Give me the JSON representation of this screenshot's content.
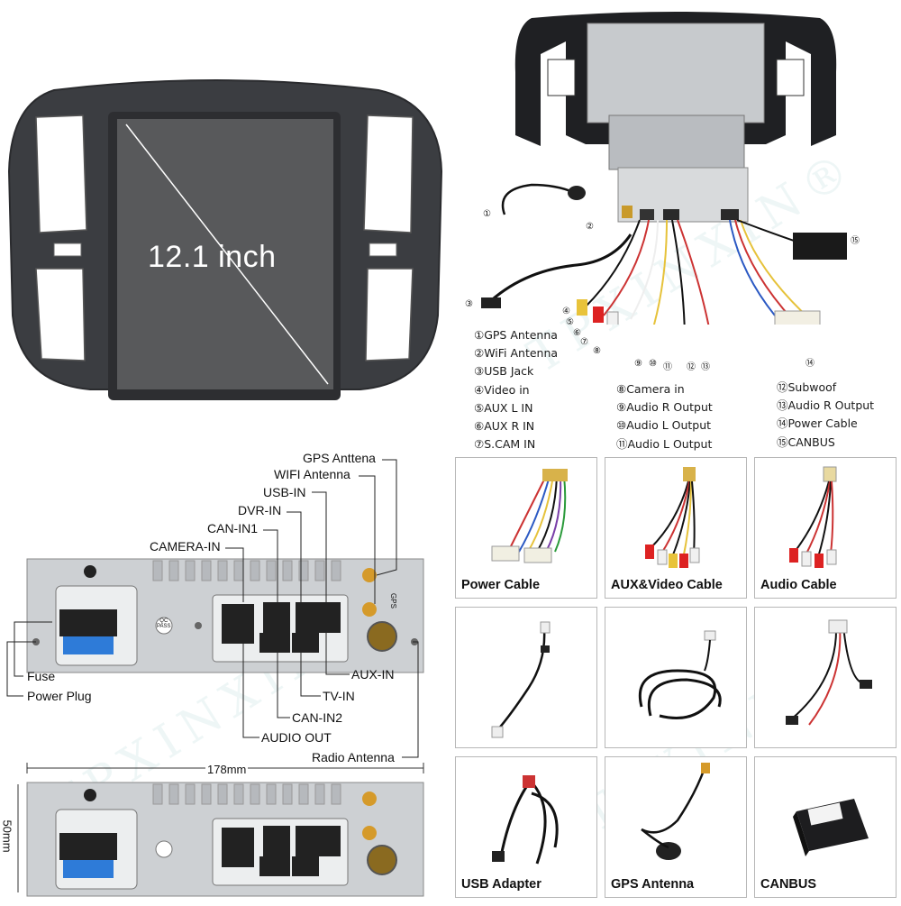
{
  "screen_size_label": "12.1 inch",
  "wiring_legend": {
    "col1": [
      "①GPS Antenna",
      "②WiFi Antenna",
      "③USB Jack",
      "④Video in",
      "⑤AUX L IN",
      "⑥AUX R IN",
      "⑦S.CAM IN"
    ],
    "col2": [
      "⑧Camera in",
      "⑨Audio R Output",
      "⑩Audio L Output",
      "⑪Audio L Output"
    ],
    "col3": [
      "⑫Subwoof",
      "⑬Audio R Output",
      "⑭Power Cable",
      "⑮CANBUS"
    ]
  },
  "callouts": [
    "①",
    "②",
    "③",
    "④",
    "⑤",
    "⑥",
    "⑦",
    "⑧",
    "⑨",
    "⑩",
    "⑪",
    "⑫",
    "⑬",
    "⑭",
    "⑮"
  ],
  "back_panel": {
    "top_labels": [
      "GPS Anttena",
      "WIFI Antenna",
      "USB-IN",
      "DVR-IN",
      "CAN-IN1",
      "CAMERA-IN"
    ],
    "left_labels": [
      "Fuse",
      "Power Plug"
    ],
    "bottom_labels": [
      "AUX-IN",
      "TV-IN",
      "CAN-IN2",
      "AUDIO OUT",
      "Radio Antenna"
    ],
    "qc_label": "QC\nPASS",
    "gps_label": "GPS",
    "width_dim": "178mm",
    "height_dim": "50mm"
  },
  "products": [
    {
      "caption": "Power Cable"
    },
    {
      "caption": "AUX&Video Cable"
    },
    {
      "caption": "Audio Cable"
    },
    {
      "caption": ""
    },
    {
      "caption": ""
    },
    {
      "caption": ""
    },
    {
      "caption": "USB Adapter"
    },
    {
      "caption": "GPS Antenna"
    },
    {
      "caption": "CANBUS"
    }
  ],
  "watermark": "TPXINXIN®",
  "colors": {
    "panel": "#3d3f43",
    "screen": "#555758",
    "metal": "#c9ccd0",
    "copper": "#d59a2a"
  }
}
